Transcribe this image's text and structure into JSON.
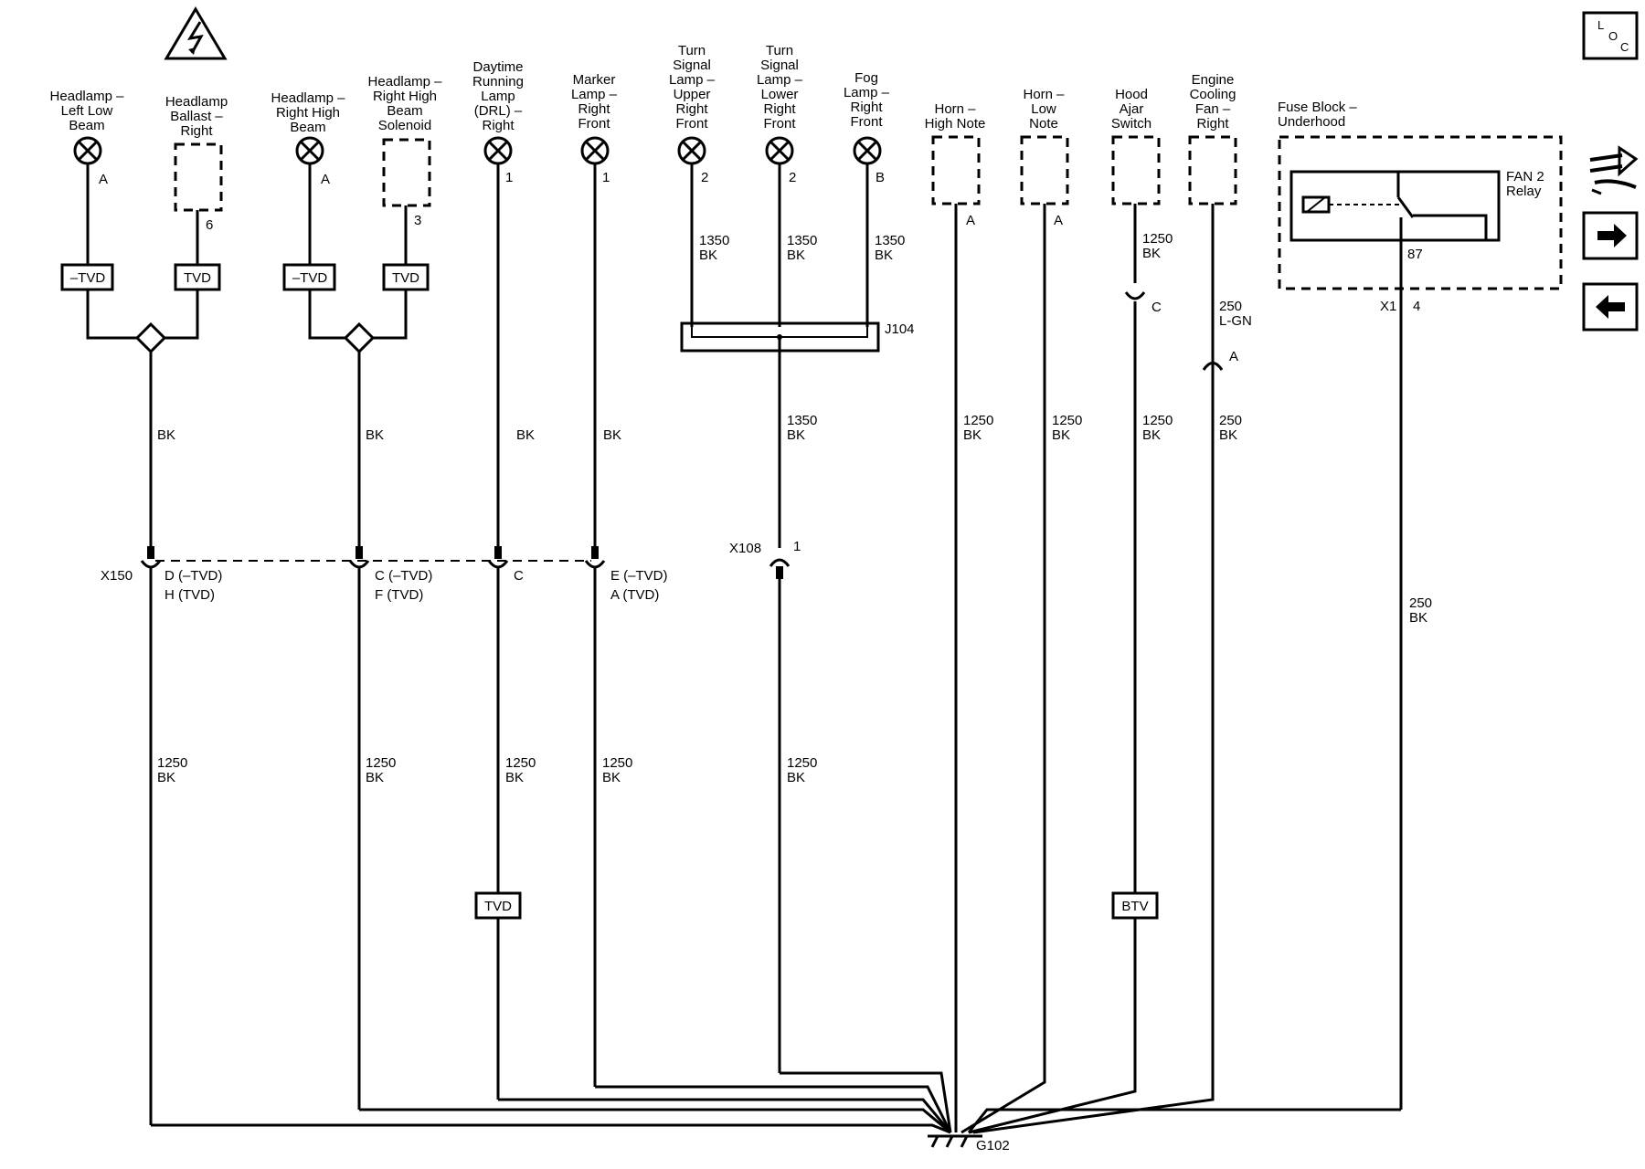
{
  "components": [
    {
      "id": "hl_left_low",
      "label": [
        "Headlamp –",
        "Left Low",
        "Beam"
      ],
      "pin": "A"
    },
    {
      "id": "ballast_right",
      "label": [
        "Headlamp",
        "Ballast –",
        "Right"
      ],
      "pin": "6"
    },
    {
      "id": "hl_right_high",
      "label": [
        "Headlamp –",
        "Right High",
        "Beam"
      ],
      "pin": "A"
    },
    {
      "id": "hb_solenoid",
      "label": [
        "Headlamp –",
        "Right High",
        "Beam",
        "Solenoid"
      ],
      "pin": "3"
    },
    {
      "id": "drl_right",
      "label": [
        "Daytime",
        "Running",
        "Lamp",
        "(DRL) –",
        "Right"
      ],
      "pin": "1"
    },
    {
      "id": "marker_rf",
      "label": [
        "Marker",
        "Lamp –",
        "Right",
        "Front"
      ],
      "pin": "1"
    },
    {
      "id": "ts_upper_rf",
      "label": [
        "Turn",
        "Signal",
        "Lamp –",
        "Upper",
        "Right",
        "Front"
      ],
      "pin": "2"
    },
    {
      "id": "ts_lower_rf",
      "label": [
        "Turn",
        "Signal",
        "Lamp –",
        "Lower",
        "Right",
        "Front"
      ],
      "pin": "2"
    },
    {
      "id": "fog_rf",
      "label": [
        "Fog",
        "Lamp –",
        "Right",
        "Front"
      ],
      "pin": "B"
    },
    {
      "id": "horn_high",
      "label": [
        "Horn –",
        "High Note"
      ],
      "pin": "A"
    },
    {
      "id": "horn_low",
      "label": [
        "Horn –",
        "Low",
        "Note"
      ],
      "pin": "A"
    },
    {
      "id": "hood_ajar",
      "label": [
        "Hood",
        "Ajar",
        "Switch"
      ],
      "pin": ""
    },
    {
      "id": "fan_right",
      "label": [
        "Engine",
        "Cooling",
        "Fan –",
        "Right"
      ],
      "pin": ""
    }
  ],
  "fuse_block": {
    "label": [
      "Fuse Block –",
      "Underhood"
    ],
    "relay": [
      "FAN 2",
      "Relay"
    ],
    "relay_pin": "87",
    "connector": "X1",
    "pin": "4"
  },
  "badges": {
    "ntvd": "–TVD",
    "tvd": "TVD",
    "btv": "BTV"
  },
  "connectors": {
    "x150": "X150",
    "x150_pins": [
      [
        "D (–TVD)",
        "H (TVD)"
      ],
      [
        "C (–TVD)",
        "F (TVD)"
      ],
      [
        "C"
      ],
      [
        "E (–TVD)",
        "A (TVD)"
      ]
    ],
    "x108": "X108",
    "x108_pin": "1",
    "j104": "J104",
    "hood_pin": "C",
    "fan_pin": "A"
  },
  "wires": {
    "bk": "BK",
    "w1350": [
      "1350",
      "BK"
    ],
    "w1250": [
      "1250",
      "BK"
    ],
    "w250bk": [
      "250",
      "BK"
    ],
    "w250lgn": [
      "250",
      "L-GN"
    ]
  },
  "ground": "G102",
  "nav_icons": {
    "loc": [
      "L",
      "O",
      "C"
    ]
  }
}
